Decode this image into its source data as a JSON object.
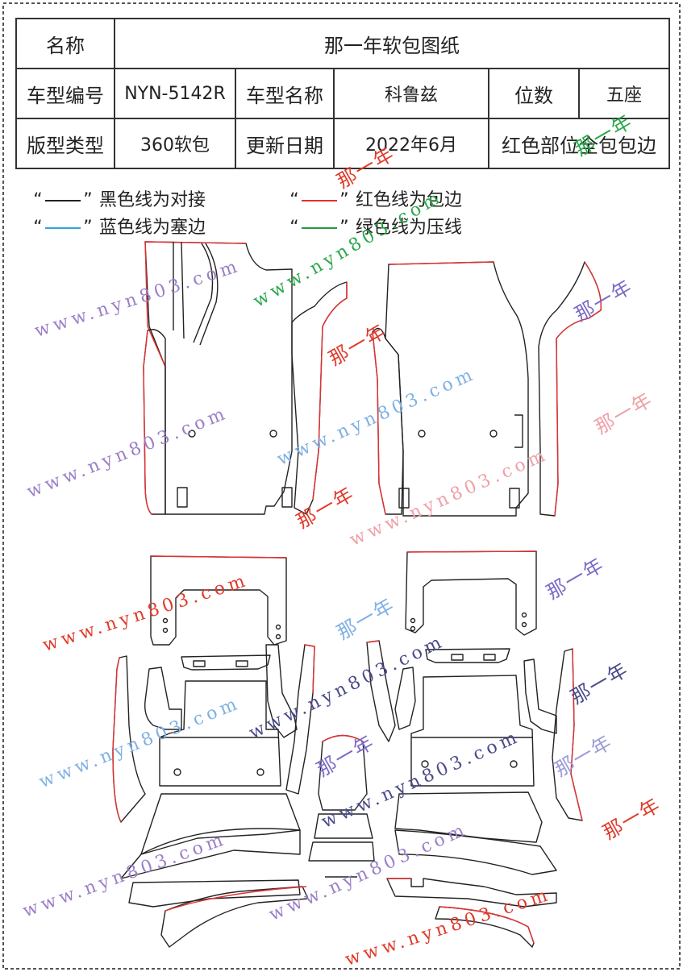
{
  "header": {
    "name_label": "名称",
    "title": "那一年软包图纸",
    "model_code_label": "车型编号",
    "model_code": "NYN-5142R",
    "model_name_label": "车型名称",
    "model_name": "科鲁兹",
    "seats_label": "位数",
    "seats": "五座",
    "pattern_type_label": "版型类型",
    "pattern_type": "360软包",
    "update_label": "更新日期",
    "update_date": "2022年6月",
    "note": "红色部位全包包边"
  },
  "legend": [
    {
      "text": "黑色线为对接",
      "color": "#222222"
    },
    {
      "text": "红色线为包边",
      "color": "#e53030"
    },
    {
      "text": "蓝色线为塞边",
      "color": "#2aa7e0"
    },
    {
      "text": "绿色线为压线",
      "color": "#1f9b3c"
    }
  ],
  "legend_quote_open": "“",
  "legend_quote_close": "”",
  "watermark_url": "www.nyn803.com",
  "watermark_brand": "那一年",
  "colors": {
    "line_black": "#222222",
    "line_red": "#e53030",
    "wm_purple": "#9b7fc9",
    "wm_pink": "#f0a0a8",
    "wm_blue": "#7fb0e6",
    "wm_green": "#2aa84a",
    "wm_red": "#e03a2a",
    "wm_navy": "#4a4a8a"
  }
}
